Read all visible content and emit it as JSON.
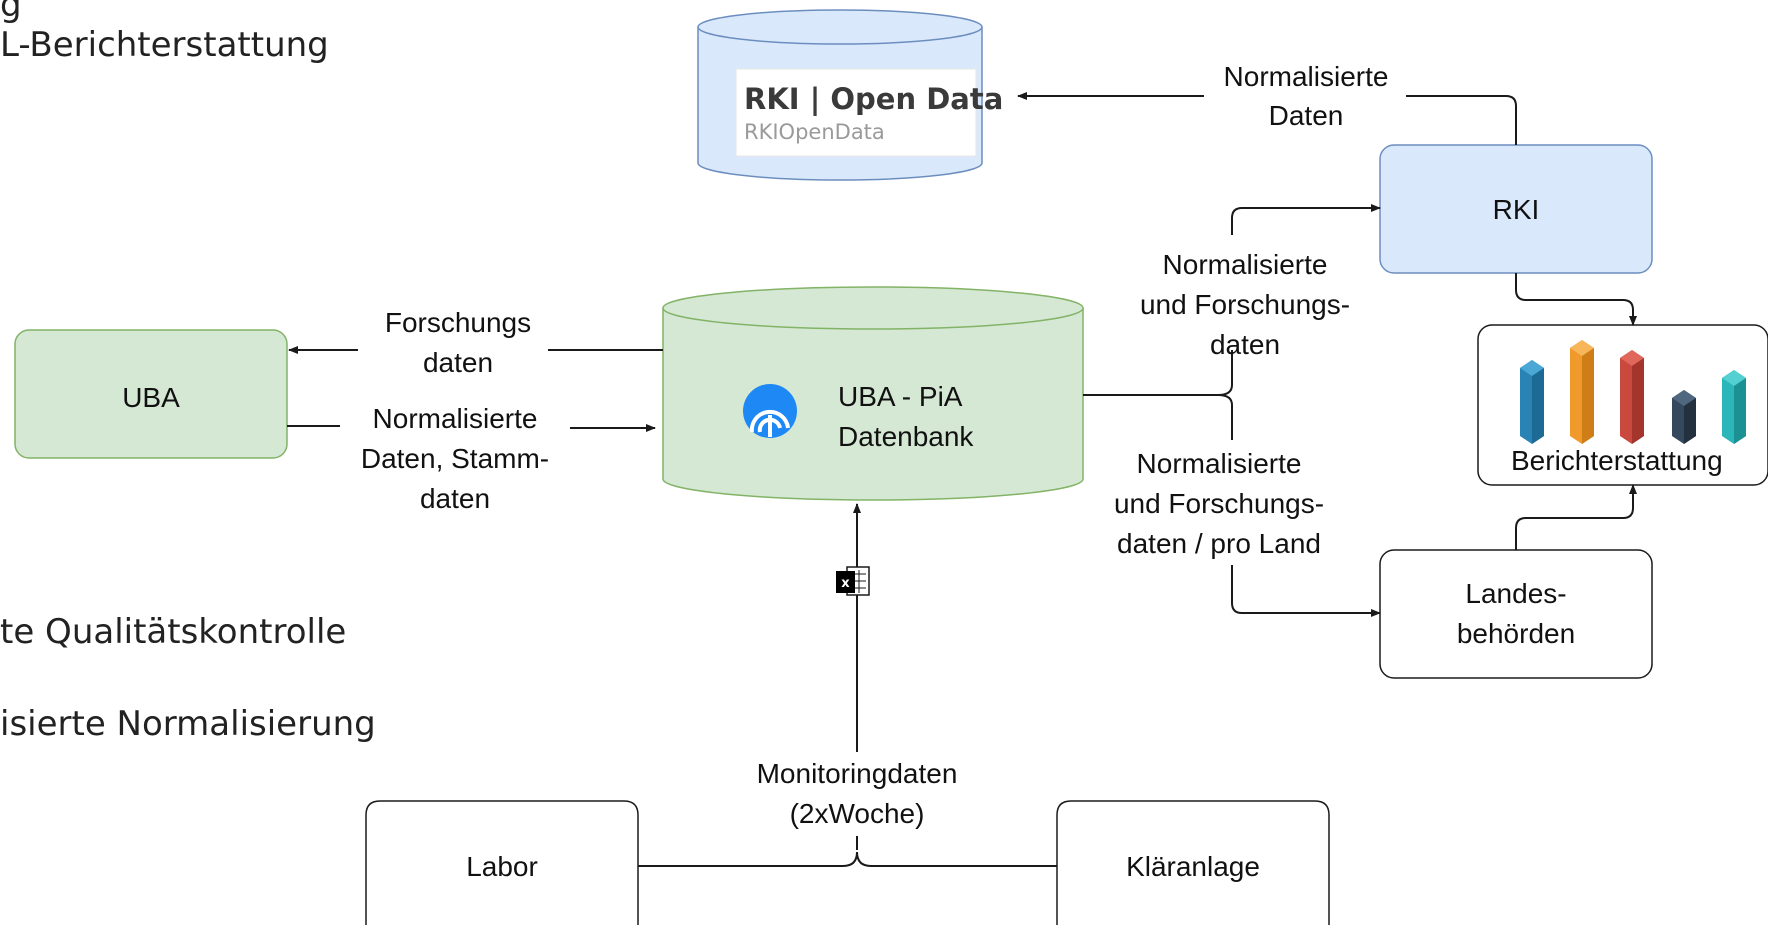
{
  "side_text": {
    "line1": "g",
    "line2": "L-Berichterstattung",
    "line3": "te Qualitätskontrolle",
    "line4": "isierte Normalisierung"
  },
  "nodes": {
    "rki_open_data": {
      "title": "RKI | Open Data",
      "subtitle": "RKIOpenData"
    },
    "rki": {
      "label": "RKI"
    },
    "uba": {
      "label": "UBA"
    },
    "uba_db": {
      "label_line1": "UBA - PiA",
      "label_line2": "Datenbank"
    },
    "berichterstattung": {
      "label": "Berichterstattung"
    },
    "landes": {
      "label_line1": "Landes-",
      "label_line2": "behörden"
    },
    "labor": {
      "label": "Labor"
    },
    "klaeranlage": {
      "label": "Kläranlage"
    }
  },
  "edges": {
    "to_open_data": {
      "line1": "Normalisierte",
      "line2": "Daten"
    },
    "to_rki": {
      "line1": "Normalisierte",
      "line2": "und Forschungs-",
      "line3": "daten"
    },
    "to_landes": {
      "line1": "Normalisierte",
      "line2": "und Forschungs-",
      "line3": "daten / pro Land"
    },
    "to_uba": {
      "line1": "Forschungs",
      "line2": "daten"
    },
    "from_uba": {
      "line1": "Normalisierte",
      "line2": "Daten, Stamm-",
      "line3": "daten"
    },
    "monitoring": {
      "line1": "Monitoringdaten",
      "line2": "(2xWoche)"
    }
  },
  "colors": {
    "green_fill": "#d5e8d4",
    "green_stroke": "#82b366",
    "blue_fill": "#dae8fc",
    "blue_stroke": "#6c8ebf"
  },
  "icons": [
    "excel-icon",
    "pia-logo-icon",
    "bar-chart-icon"
  ]
}
